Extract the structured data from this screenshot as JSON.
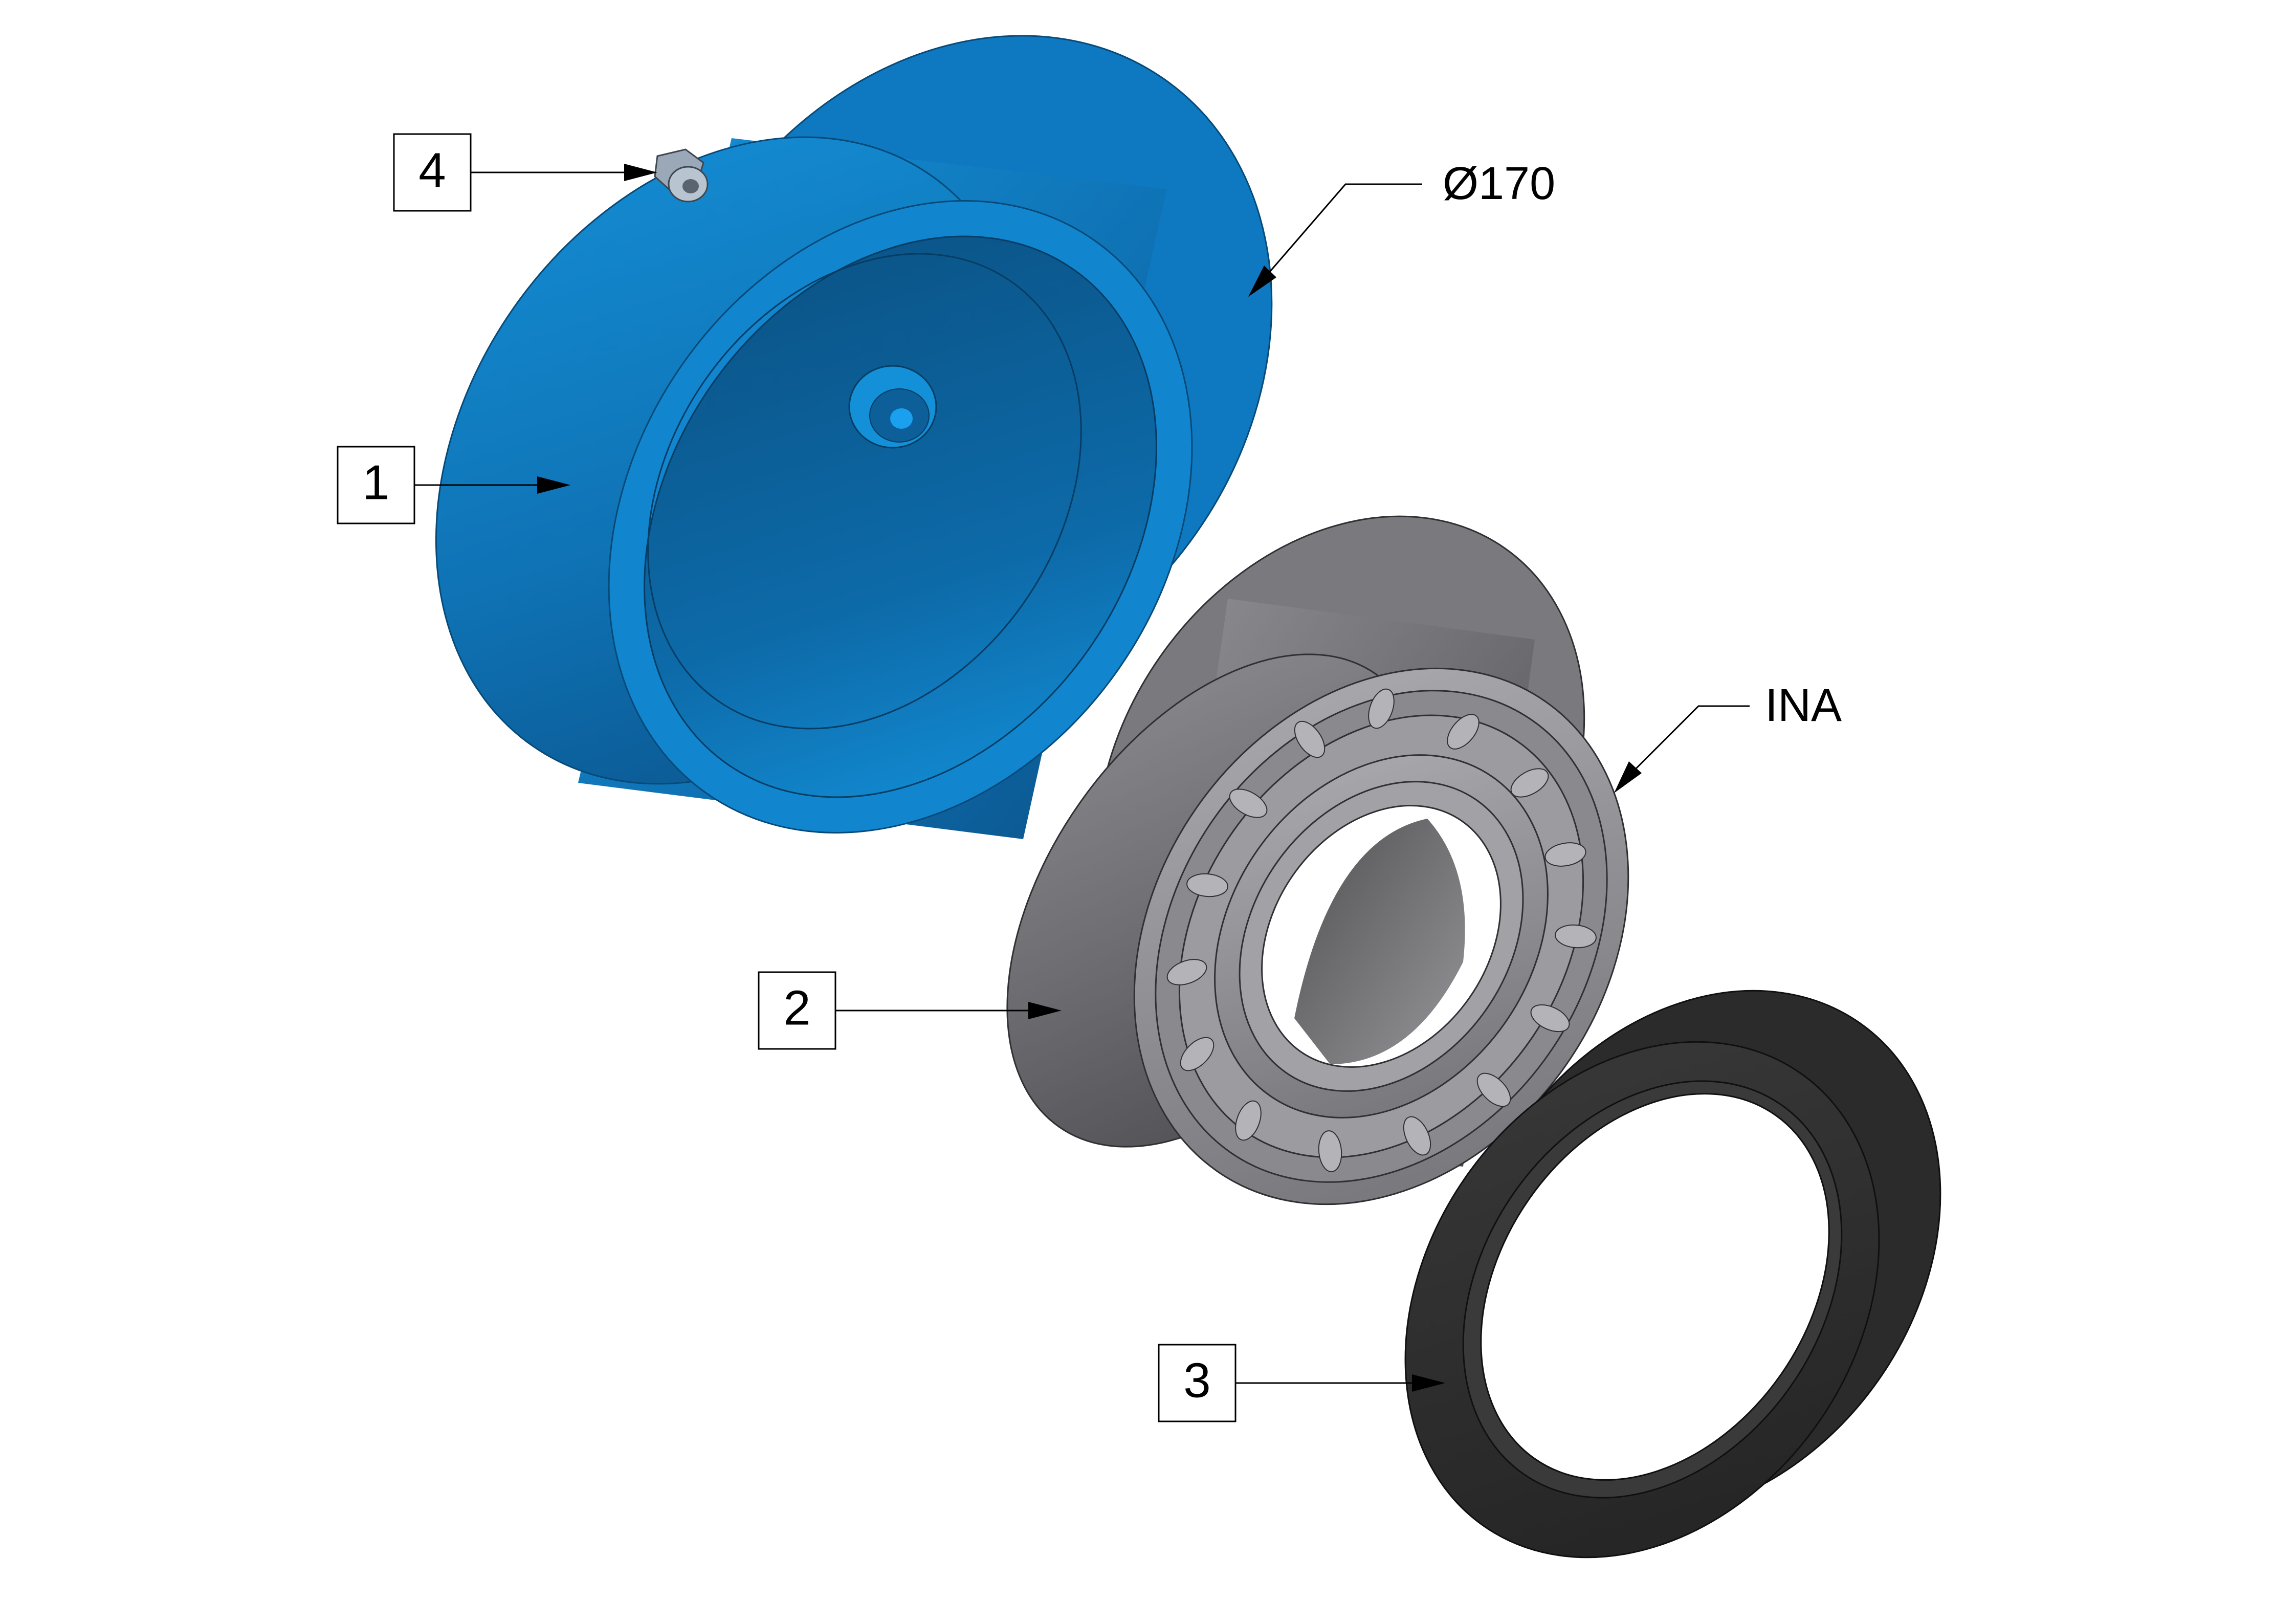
{
  "drawing": {
    "balloons": [
      {
        "id": "balloon-4",
        "label": "4"
      },
      {
        "id": "balloon-1",
        "label": "1"
      },
      {
        "id": "balloon-2",
        "label": "2"
      },
      {
        "id": "balloon-3",
        "label": "3"
      }
    ],
    "notes": {
      "diameter": "Ø170",
      "manufacturer": "INA"
    }
  },
  "colors": {
    "housing_blue": "#1186cf",
    "housing_dark": "#0b4f80",
    "bearing_gray": "#6e6e72",
    "bearing_light": "#a9a9ad",
    "seal_black": "#2b2b2b",
    "fitting_gray": "#9aa8b8"
  },
  "parts": [
    {
      "item": "1",
      "name": "housing-cup",
      "icon": "blue-cylindrical-housing"
    },
    {
      "item": "2",
      "name": "roller-bearing",
      "icon": "cylindrical-roller-bearing"
    },
    {
      "item": "3",
      "name": "seal-ring",
      "icon": "black-ring-seal"
    },
    {
      "item": "4",
      "name": "grease-fitting",
      "icon": "grease-nipple"
    }
  ]
}
